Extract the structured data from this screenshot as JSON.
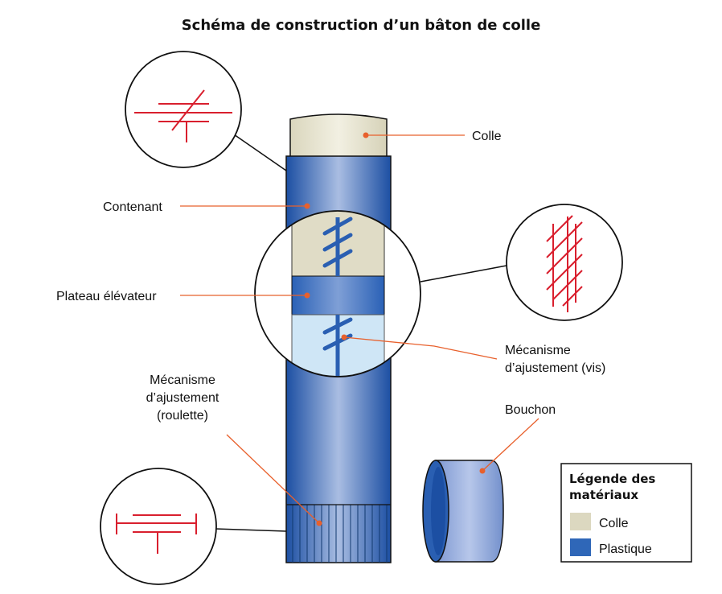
{
  "title": "Schéma de construction d’un bâton de colle",
  "labels": {
    "colle": "Colle",
    "contenant": "Contenant",
    "plateau": "Plateau élévateur",
    "vis_line1": "Mécanisme",
    "vis_line2": "d’ajustement (vis)",
    "roulette_line1": "Mécanisme",
    "roulette_line2": "d’ajustement",
    "roulette_line3": "(roulette)",
    "bouchon": "Bouchon"
  },
  "legend": {
    "title_line1": "Légende des",
    "title_line2": "matériaux",
    "items": [
      {
        "label": "Colle",
        "color": "#dcd8c0"
      },
      {
        "label": "Plastique",
        "color": "#2f67b8"
      }
    ]
  },
  "colors": {
    "plastic_dark": "#1f57b0",
    "plastic_light": "#a9bde2",
    "glue": "#dcd8c0",
    "glue_light": "#ecead8",
    "leader": "#e8602c",
    "detail_red": "#d91f2e",
    "zoom_fill": "#cfe6f6"
  }
}
